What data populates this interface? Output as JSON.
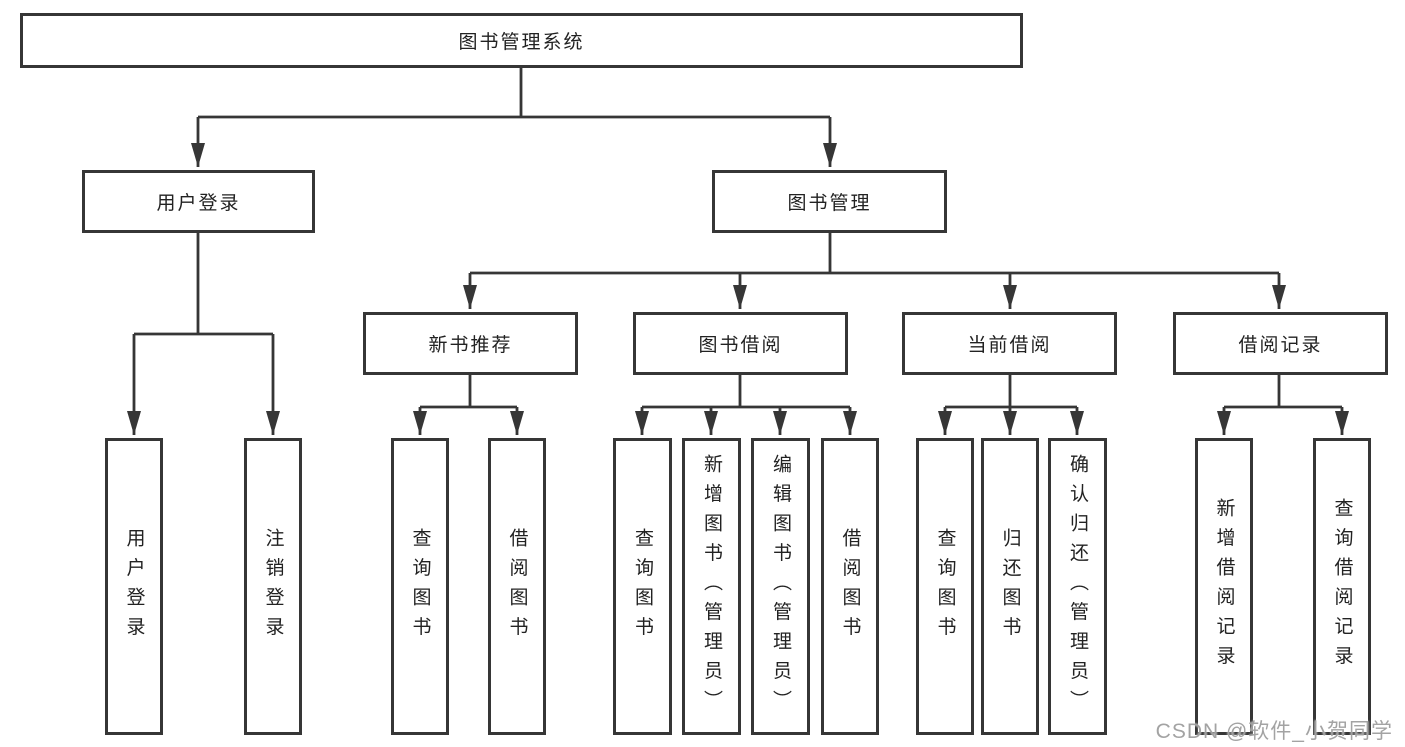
{
  "diagram": {
    "root": {
      "label": "图书管理系统"
    },
    "user_login": {
      "label": "用户登录",
      "children": [
        {
          "label": "用户登录"
        },
        {
          "label": "注销登录"
        }
      ]
    },
    "book_management": {
      "label": "图书管理",
      "groups": [
        {
          "label": "新书推荐",
          "children": [
            {
              "label": "查询图书"
            },
            {
              "label": "借阅图书"
            }
          ]
        },
        {
          "label": "图书借阅",
          "children": [
            {
              "label": "查询图书"
            },
            {
              "label": "新增图书（管理员）"
            },
            {
              "label": "编辑图书（管理员）"
            },
            {
              "label": "借阅图书"
            }
          ]
        },
        {
          "label": "当前借阅",
          "children": [
            {
              "label": "查询图书"
            },
            {
              "label": "归还图书"
            },
            {
              "label": "确认归还（管理员）"
            }
          ]
        },
        {
          "label": "借阅记录",
          "children": [
            {
              "label": "新增借阅记录"
            },
            {
              "label": "查询借阅记录"
            }
          ]
        }
      ]
    }
  },
  "watermark": {
    "text": "CSDN @软件_小贺同学"
  },
  "colors": {
    "line": "#363636",
    "box_border": "#363636",
    "text": "#222222",
    "watermark": "#9e9e9e",
    "background": "#ffffff"
  }
}
